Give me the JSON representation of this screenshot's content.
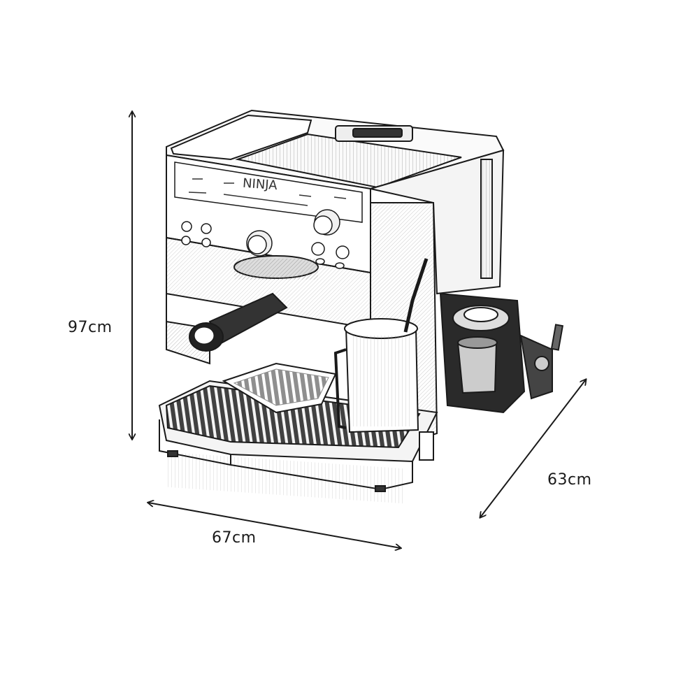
{
  "product": {
    "brand": "NINJA",
    "type": "espresso-machine-line-drawing"
  },
  "dimensions": {
    "height": {
      "label": "97cm",
      "value": 97,
      "unit": "cm"
    },
    "width": {
      "label": "67cm",
      "value": 67,
      "unit": "cm"
    },
    "depth": {
      "label": "63cm",
      "value": 63,
      "unit": "cm"
    }
  },
  "colors": {
    "background": "#ffffff",
    "ink": "#1a1a1a",
    "shade": "#3a3a3a"
  }
}
